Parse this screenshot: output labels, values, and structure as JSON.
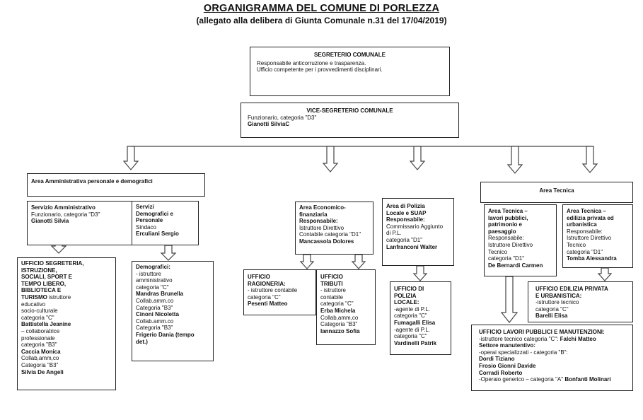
{
  "header": {
    "title": "ORGANIGRAMMA DEL COMUNE DI PORLEZZA",
    "subtitle": "(allegato alla delibera di Giunta Comunale n.31 del 17/04/2019)"
  },
  "segreterio": {
    "title": "SEGRETERIO COMUNALE",
    "lines": [
      "Responsabile anticorruzione e trasparenza.",
      "Ufficio competente per i provvedimenti disciplinari."
    ]
  },
  "vice": {
    "title": "VICE-SEGRETERIO COMUNALE",
    "line1": "Funzionario, categoria \"D3\"",
    "name": "Gianotti SilviaC"
  },
  "area_amm": {
    "title": "Area Amministrativa personale e demografici"
  },
  "serv_amm": {
    "title": "Servizio Amministrativo",
    "line1": "Funzionario, categoria \"D3\"",
    "name": "Gianotti Silvia"
  },
  "serv_dem": {
    "title_lines": [
      "Servizi",
      "Demografici e",
      "Personale"
    ],
    "line1": "Sindaco",
    "name": "Erculiani Sergio"
  },
  "uff_segr": {
    "title_lines": [
      "UFFICIO SEGRETERIA,",
      "ISTRUZIONE,",
      "SOCIALI, SPORT E",
      "TEMPO LIBERO,",
      "BIBLIOTECA E"
    ],
    "title_last": "TURISMO",
    "title_last_suffix": " istruttore",
    "lines_a": [
      "educativo",
      "socio-culturale",
      "categoria \"C\""
    ],
    "name1": "Battistella Jeanine",
    "lines_b": [
      "– collaboratrice",
      "professionale",
      "categoria \"B3\""
    ],
    "name2": "Caccia Monica",
    "lines_c": [
      "Collab,amm,co",
      "Categoria \"B3\""
    ],
    "name3": "Silvia De Angeli"
  },
  "demografici": {
    "title": "Demografici:",
    "lines_a": [
      "- istruttore",
      "amministrativo",
      "categoria \"C\""
    ],
    "name1": "Mandras Brunella",
    "lines_b": [
      "Collab.amm.co",
      "Categoria \"B3\""
    ],
    "name2": "Cinoni Nicoletta",
    "lines_c": [
      "Collab.amm.co",
      "Categoria \"B3\""
    ],
    "name3_lines": [
      "Frigerio Dania (tempo",
      "det.)"
    ]
  },
  "area_eco": {
    "title_lines": [
      "Area Economico-",
      "finanziaria",
      " Responsabile:"
    ],
    "lines": [
      "Istruttore Direttivo",
      "Contabile categoria \"D1\""
    ],
    "name": "Mancassola Dolores"
  },
  "uff_rag": {
    "title_lines": [
      "UFFICIO",
      "RAGIONERIA:"
    ],
    "lines": [
      "- istruttore contabile",
      "categoria \"C\""
    ],
    "name": "Pesenti Matteo"
  },
  "uff_trib": {
    "title_lines": [
      "UFFICIO",
      "TRIBUTI"
    ],
    "lines_a": [
      "- istruttore",
      "contabile",
      "categoria \"C\""
    ],
    "name1": "Erba Michela",
    "lines_b": [
      "Collab,amm,co",
      "Categoria \"B3\""
    ],
    "name2": "Iannazzo Sofia"
  },
  "area_pol": {
    "title_lines": [
      "Area di Polizia",
      "Locale  e SUAP",
      "Responsabile:"
    ],
    "lines": [
      "Commissario Aggiunto",
      "di P.L.",
      "categoria \"D1\""
    ],
    "name": "Lanfranconi Walter"
  },
  "uff_pol": {
    "title_lines": [
      "UFFICIO DI",
      "POLIZIA",
      "LOCALE:"
    ],
    "lines_a": [
      "-agente di P.L.",
      "categoria \"C\""
    ],
    "name1": "Fumagalli Elisa",
    "lines_b": [
      "-agente di P.L.",
      "categoria \"C\""
    ],
    "name2": "Vardinelli Patrik"
  },
  "area_tec": {
    "title": "Area Tecnica"
  },
  "area_tec_lav": {
    "title_lines": [
      "Area Tecnica –",
      "lavori pubblici,",
      "patrimonio e",
      "paesaggio"
    ],
    "lines": [
      "Responsabile:",
      "Istruttore Direttivo",
      "Tecnico",
      "categoria \"D1\""
    ],
    "name": "De Bernardi Carmen"
  },
  "area_tec_ed": {
    "title_lines": [
      "Area Tecnica –",
      "edilizia privata ed",
      "urbanistica"
    ],
    "lines": [
      "Responsabile:",
      "Istruttore Direttivo",
      "Tecnico",
      "categoria \"D1\""
    ],
    "name": "Tomba Alessandra"
  },
  "uff_ed": {
    "title_lines": [
      "UFFICIO  EDILIZIA PRIVATA",
      "E URBANISTICA:"
    ],
    "lines": [
      "-istruttore tecnico",
      "categoria \"C\""
    ],
    "name": "Barelli Elisa"
  },
  "uff_lav": {
    "title": "UFFICIO LAVORI PUBBLICI E MANUTENZIONI:",
    "line1_prefix": "-istruttore tecnico categoria \"C\": ",
    "line1_name": "Falchi Matteo",
    "settore": "Settore manutentivo:",
    "line2": "-operai specializzati - categoria \"B\":",
    "names": [
      "Dordi Tiziano",
      "Frosio Gionni Davide",
      "Corradi Roberto"
    ],
    "line3_prefix": "-Operaio generico – categoria \"A\" ",
    "line3_name": "Bonfanti Molinari"
  }
}
